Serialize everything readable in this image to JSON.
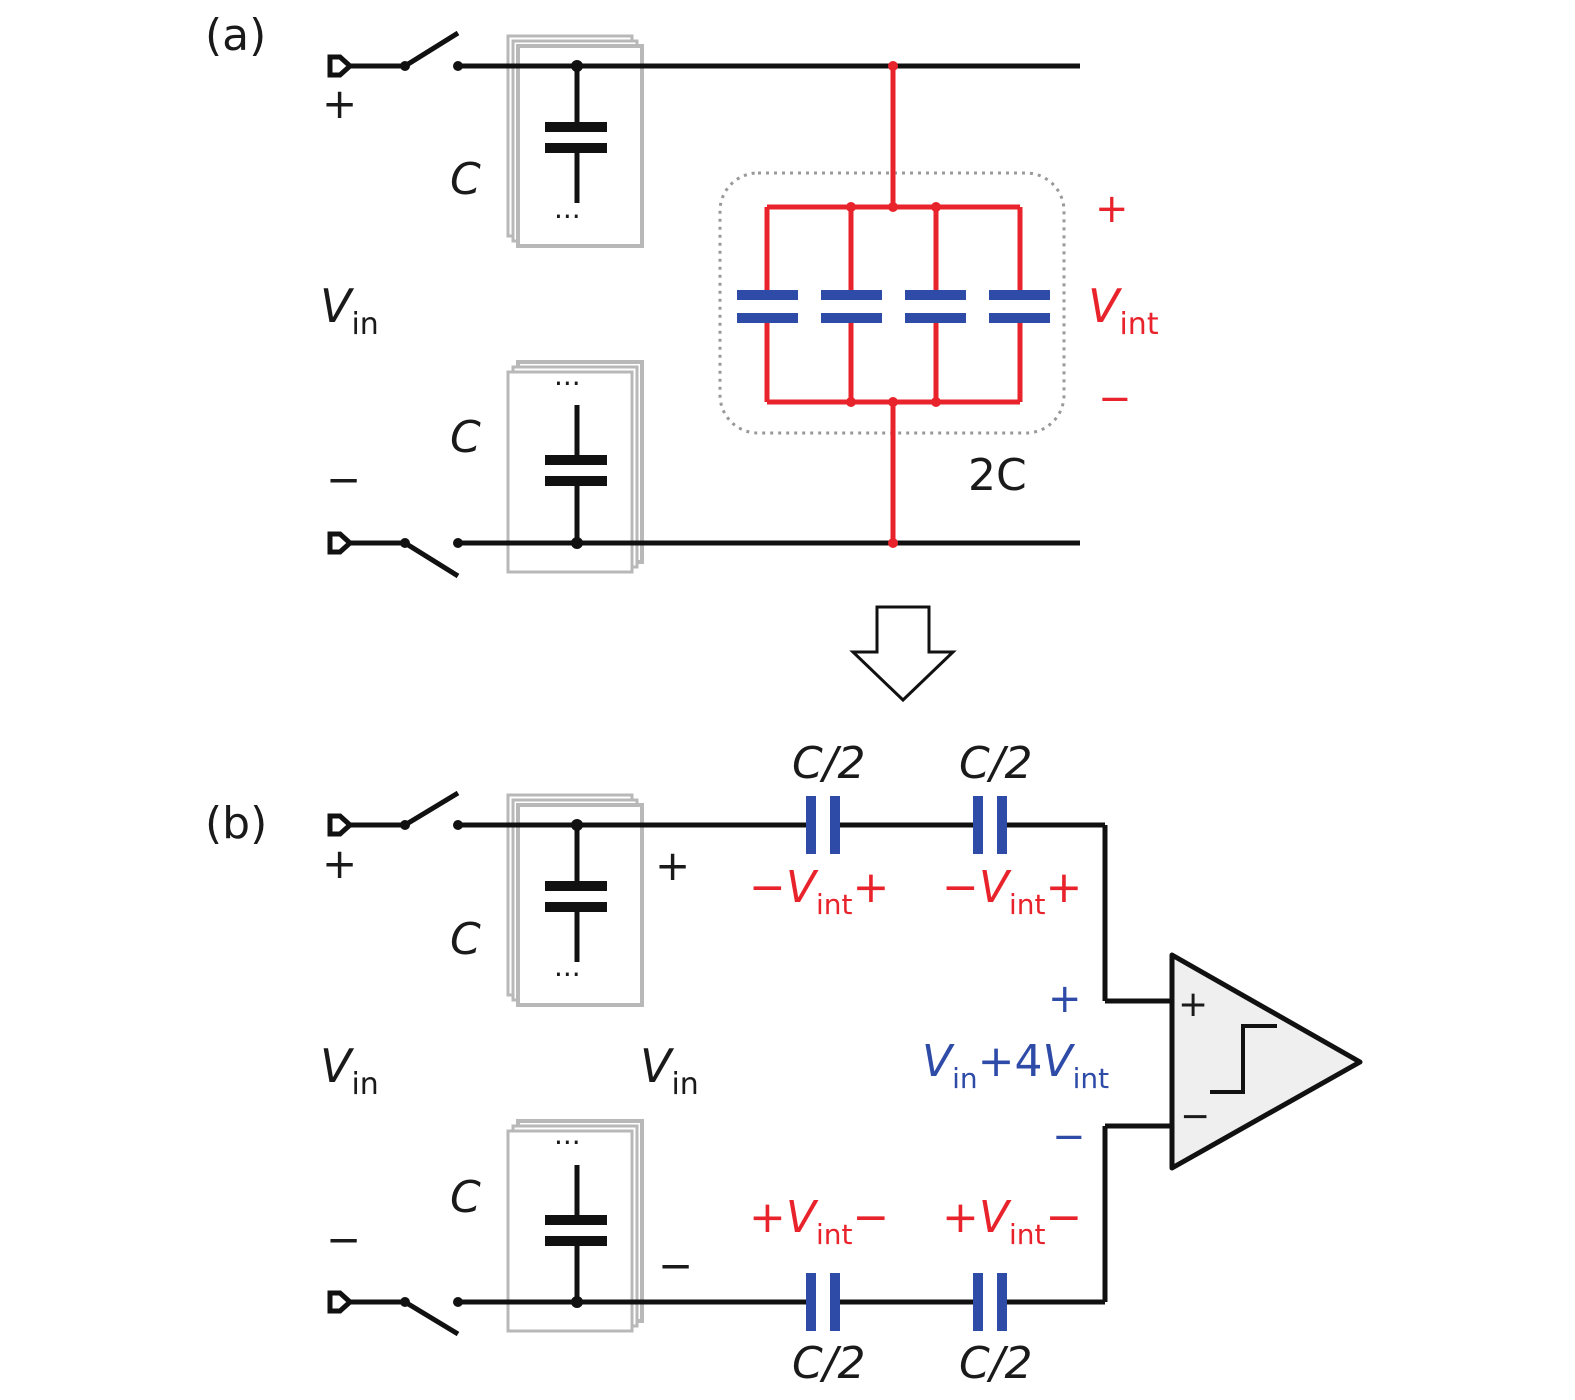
{
  "colors": {
    "wire": "#111111",
    "highlight": "#e8232b",
    "capacitor_blue": "#2e4ba8",
    "stack_gray": "#b8b8b8",
    "dotted_gray": "#999999",
    "comparator_fill": "#efefef"
  },
  "panel_a": {
    "tag": "(a)",
    "top_terminal_sign": "+",
    "bottom_terminal_sign": "−",
    "top_cap_label": "C",
    "bottom_cap_label": "C",
    "top_cap_dots": "···",
    "bottom_cap_dots": "···",
    "vin_main": "V",
    "vin_sub": "in",
    "vint_plus": "+",
    "vint_main": "V",
    "vint_sub": "int",
    "vint_minus": "−",
    "bank_label": "2C"
  },
  "panel_b": {
    "tag": "(b)",
    "top_terminal_sign": "+",
    "bottom_terminal_sign": "−",
    "top_cap_label": "C",
    "bottom_cap_label": "C",
    "top_cap_dots": "···",
    "bottom_cap_dots": "···",
    "vin_left_main": "V",
    "vin_left_sub": "in",
    "vin_mid_main": "V",
    "vin_mid_sub": "in",
    "mid_plus": "+",
    "mid_minus": "−",
    "cap_top1": "C/2",
    "cap_top2": "C/2",
    "cap_bot1": "C/2",
    "cap_bot2": "C/2",
    "top1_pre": "−",
    "top1_main": "V",
    "top1_sub": "int",
    "top1_post": "+",
    "top2_pre": "−",
    "top2_main": "V",
    "top2_sub": "int",
    "top2_post": "+",
    "bot1_pre": "+",
    "bot1_main": "V",
    "bot1_sub": "int",
    "bot1_post": "−",
    "bot2_pre": "+",
    "bot2_main": "V",
    "bot2_sub": "int",
    "bot2_post": "−",
    "out_plus": "+",
    "out_minus": "−",
    "out_v1": "V",
    "out_sub1": "in",
    "out_mid": "+4",
    "out_v2": "V",
    "out_sub2": "int",
    "comp_plus": "+",
    "comp_minus": "−"
  }
}
